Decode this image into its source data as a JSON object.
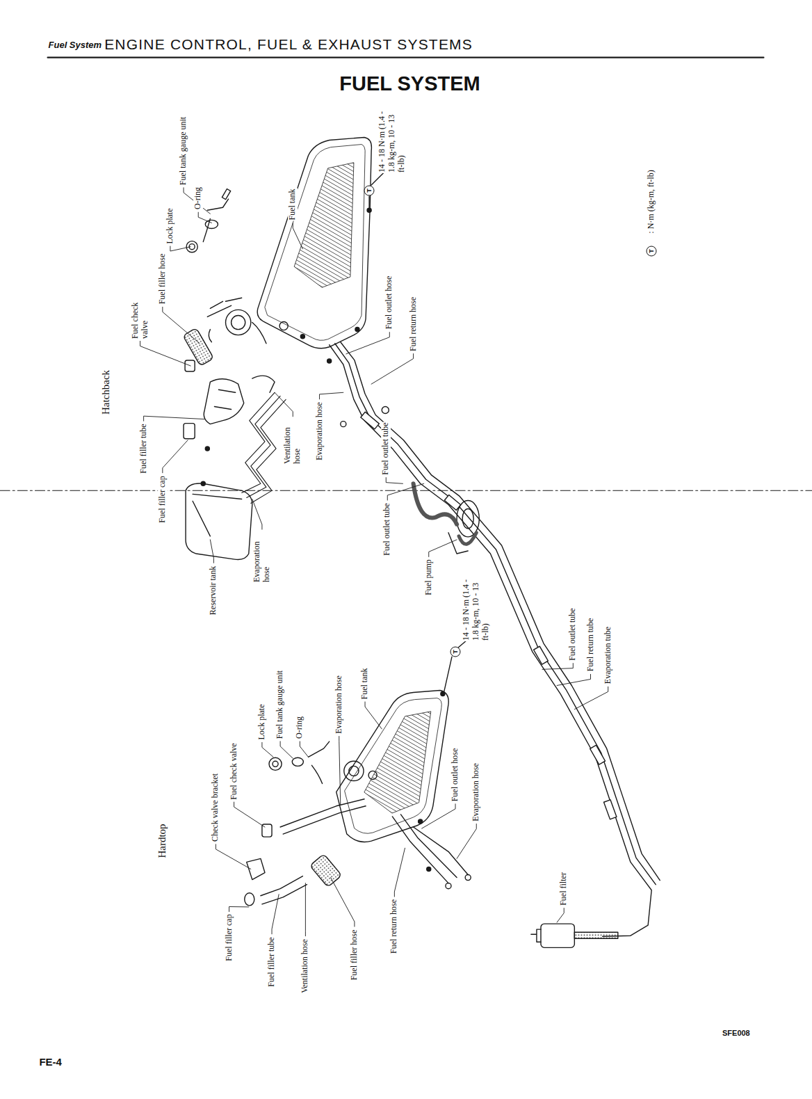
{
  "diagram": {
    "title": "FUEL SYSTEM",
    "labels": [
      "Fuel System –",
      "ENGINE CONTROL, FUEL & EXHAUST SYSTEMS",
      "Hatchback",
      "Fuel check valve",
      "Fuel filler hose",
      "Lock plate",
      "Fuel tank gauge unit",
      "O-ring",
      "Fuel tank",
      "T",
      "14 - 18 N·m (1.4 - 1.8 kg-m, 10 - 13 ft-lb)",
      "Fuel filler tube",
      "Fuel filler cap",
      "Reservoir tank",
      "Evaporation hose",
      "Ventilation hose",
      "Evaporation hose",
      "Fuel outlet hose",
      "Fuel return hose",
      "Fuel outlet tube",
      "Fuel outlet tube",
      "Fuel pump",
      "T",
      ": N·m (kg-m, ft-lb)",
      "T",
      "14 - 18 N·m (1.4 - 1.8 kg-m, 10 - 13 ft-lb)",
      "Fuel outlet tube",
      "Fuel return tube",
      "Evaporation tube",
      "Hardtop",
      "Check valve bracket",
      "Fuel check valve",
      "Lock plate",
      "Fuel tank gauge unit",
      "O-ring",
      "Evaporation hose",
      "Fuel tank",
      "Fuel outlet hose",
      "Evaporation hose",
      "Fuel filler cap",
      "Fuel filler tube",
      "Ventilation hose",
      "Fuel filler hose",
      "Fuel return hose",
      "Fuel filter",
      "SFE008",
      "FE-4"
    ]
  }
}
